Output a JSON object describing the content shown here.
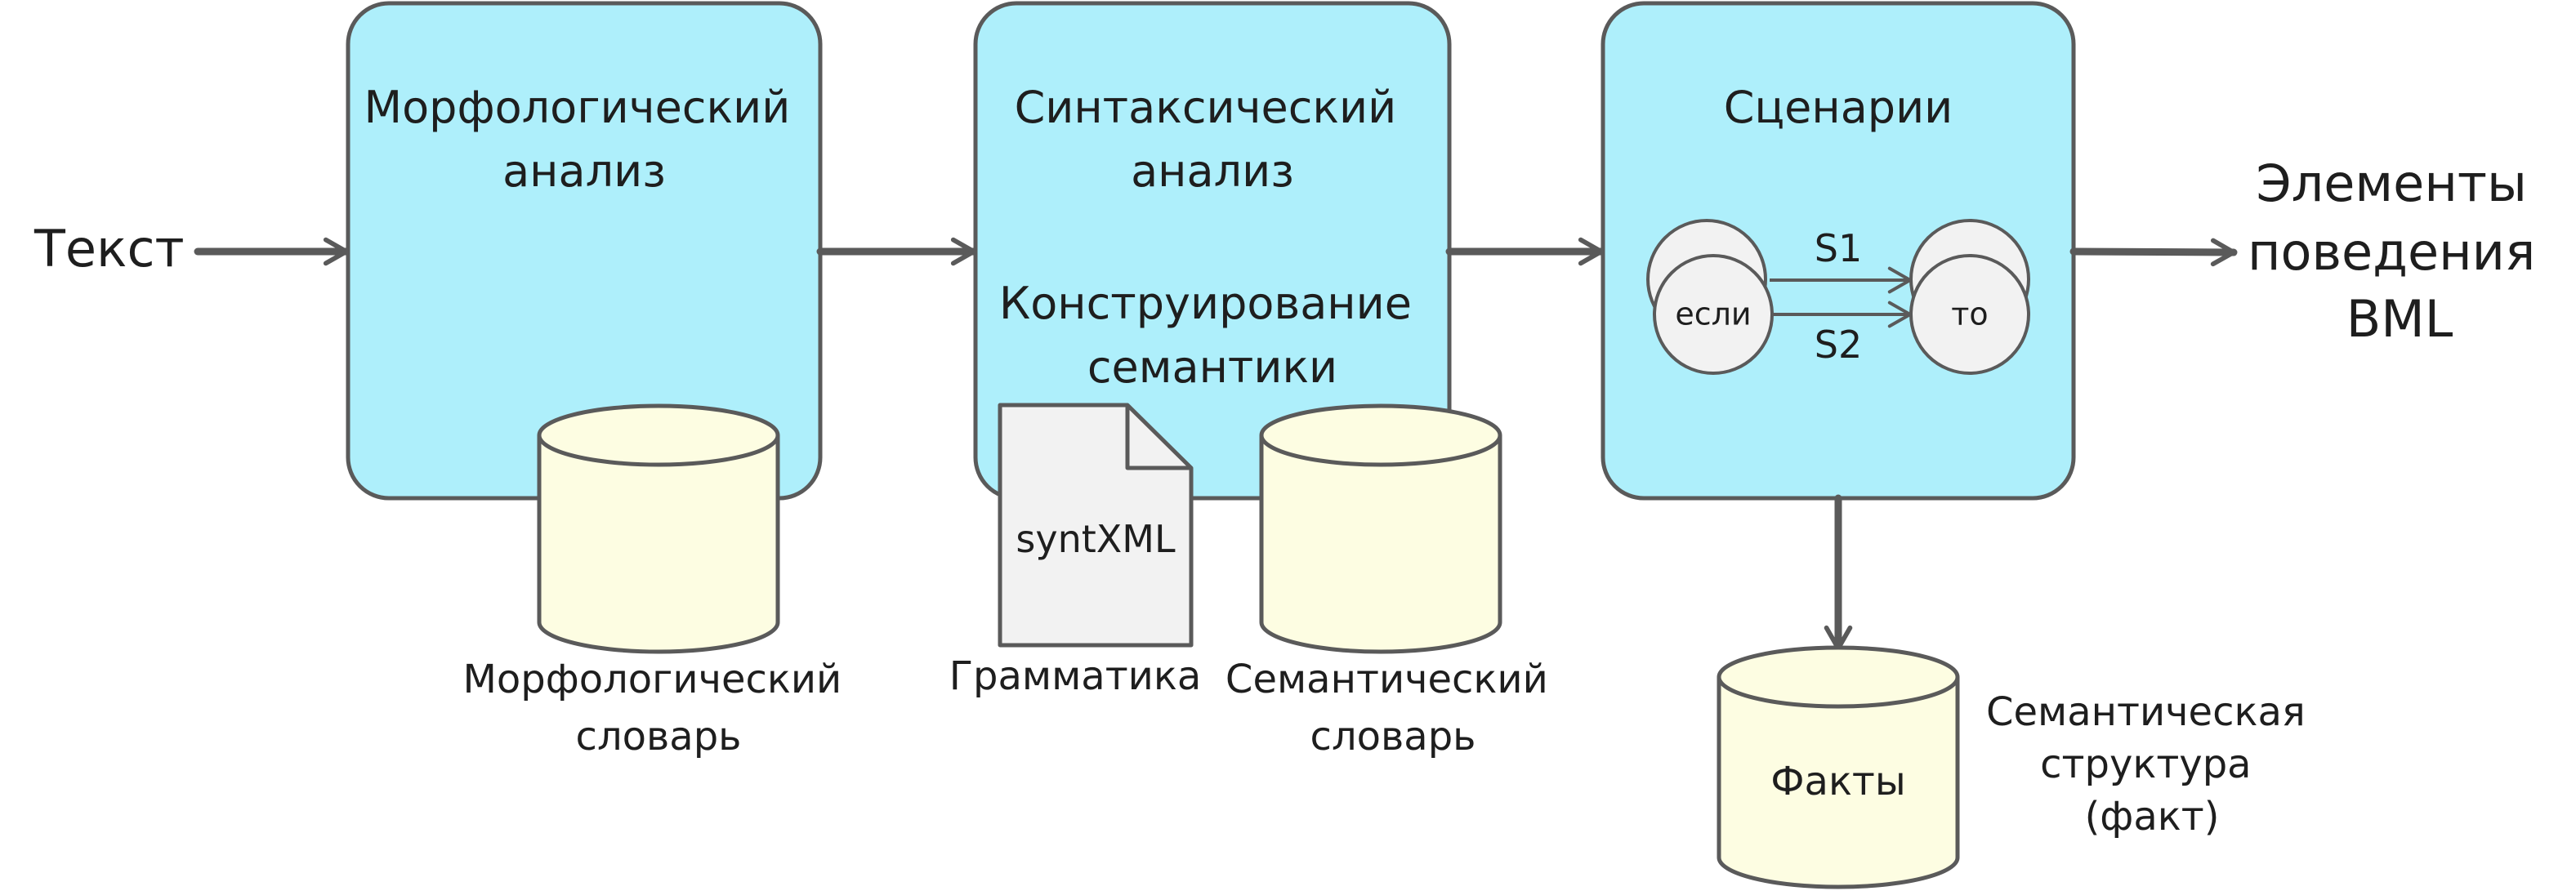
{
  "input": {
    "label": "Текст"
  },
  "output": {
    "lines": [
      "Элементы",
      "поведения",
      "BML"
    ]
  },
  "stages": {
    "morphology": {
      "title_lines": [
        "Морфологический",
        "анализ"
      ]
    },
    "syntax": {
      "title_lines": [
        "Синтаксический",
        "анализ"
      ],
      "semantics_lines": [
        "Конструирование",
        "семантики"
      ]
    },
    "scenarios": {
      "title": "Сценарии",
      "if_label": "если",
      "then_label": "то",
      "rule_labels": [
        "S1",
        "S2"
      ]
    }
  },
  "resources": {
    "morph_dictionary": {
      "caption_lines": [
        "Морфологический",
        "словарь"
      ]
    },
    "grammar": {
      "doc_label": "syntXML",
      "caption": "Грамматика"
    },
    "semantic_dictionary": {
      "caption_lines": [
        "Семантический",
        "словарь"
      ]
    },
    "facts": {
      "label": "Факты",
      "caption_lines": [
        "Семантическая",
        "структура",
        "(факт)"
      ]
    }
  },
  "colors": {
    "stage_fill": "#aeeffb",
    "cylinder_fill": "#fdfde2",
    "document_fill": "#f2f2f2",
    "circle_fill": "#f2f2f2",
    "stroke": "#5a5a5a",
    "text": "#1e1e1e"
  }
}
